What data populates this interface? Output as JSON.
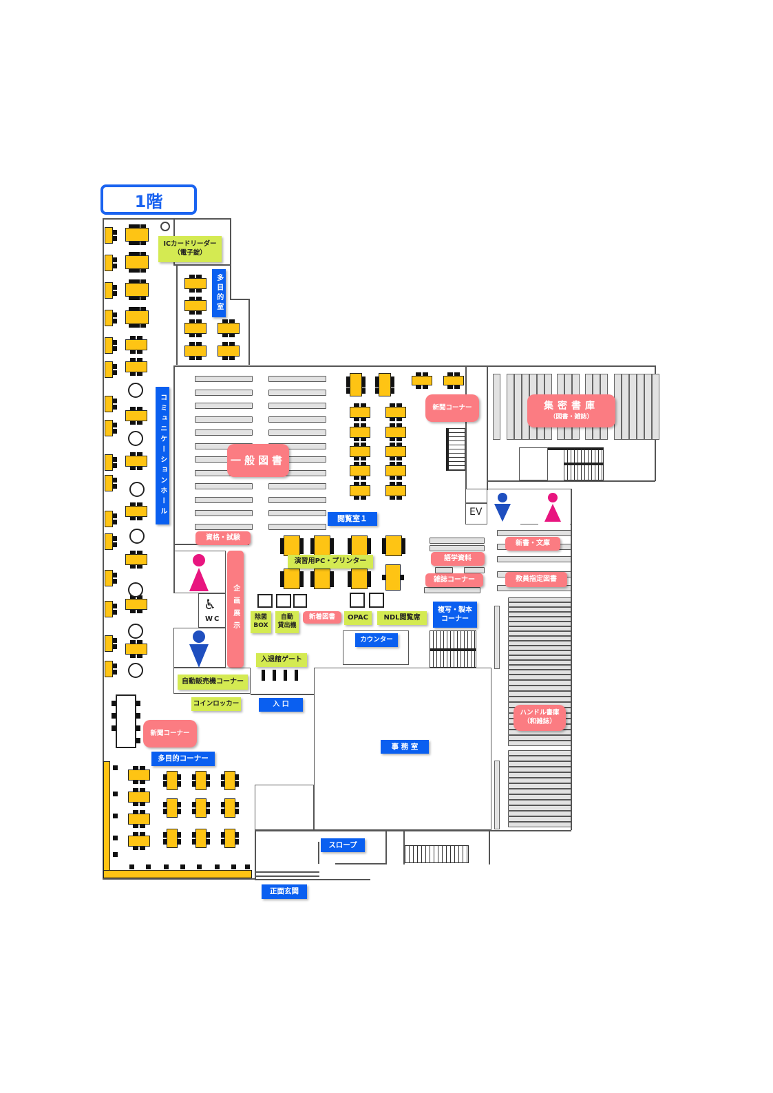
{
  "floor_title": "1階",
  "colors": {
    "pink_label": "#fb7c82",
    "blue_label": "#0a5ff0",
    "green_label": "#d4ea52",
    "table": "#fec414",
    "female_icon": "#e8157f",
    "male_icon": "#1f4fbf"
  },
  "labels": {
    "ic_card_reader_line1": "ICカードリーダー",
    "ic_card_reader_line2": "（電子錠）",
    "multipurpose_room": "多目的室",
    "communication_hall": "コミュニケーションホール",
    "general_books": "一般図書",
    "reading_room_1": "閲覧室１",
    "newspaper_corner_top": "新聞コーナー",
    "compact_stacks_title": "集密書庫",
    "compact_stacks_sub": "（図書・雑誌）",
    "elevator": "EV",
    "qualification_exam": "資格・試験",
    "exercise_pc_printer": "演習用PC・プリンター",
    "language_materials": "語学資料",
    "magazine_corner": "雑誌コーナー",
    "new_books_bunko": "新書・文庫",
    "faculty_designated_books": "教員指定図書",
    "exhibition": "企画展示",
    "wc": "WC",
    "sterilization_box_line1": "除菌",
    "sterilization_box_line2": "BOX",
    "auto_lending_line1": "自動",
    "auto_lending_line2": "貸出機",
    "new_arrivals": "新着図書",
    "opac": "OPAC",
    "ndl_reading_seat": "NDL閲覧席",
    "copy_binding_line1": "複写・製本",
    "copy_binding_line2": "コーナー",
    "counter": "カウンター",
    "entry_exit_gate": "入退館ゲート",
    "vending_machine_corner": "自動販売機コーナー",
    "coin_locker": "コインロッカー",
    "entrance": "入 口",
    "newspaper_corner_bottom": "新聞コーナー",
    "multipurpose_corner": "多目的コーナー",
    "office": "事 務 室",
    "handle_stacks_line1": "ハンドル書庫",
    "handle_stacks_line2": "（和雑誌）",
    "slope": "スロープ",
    "main_entrance": "正面玄関"
  }
}
